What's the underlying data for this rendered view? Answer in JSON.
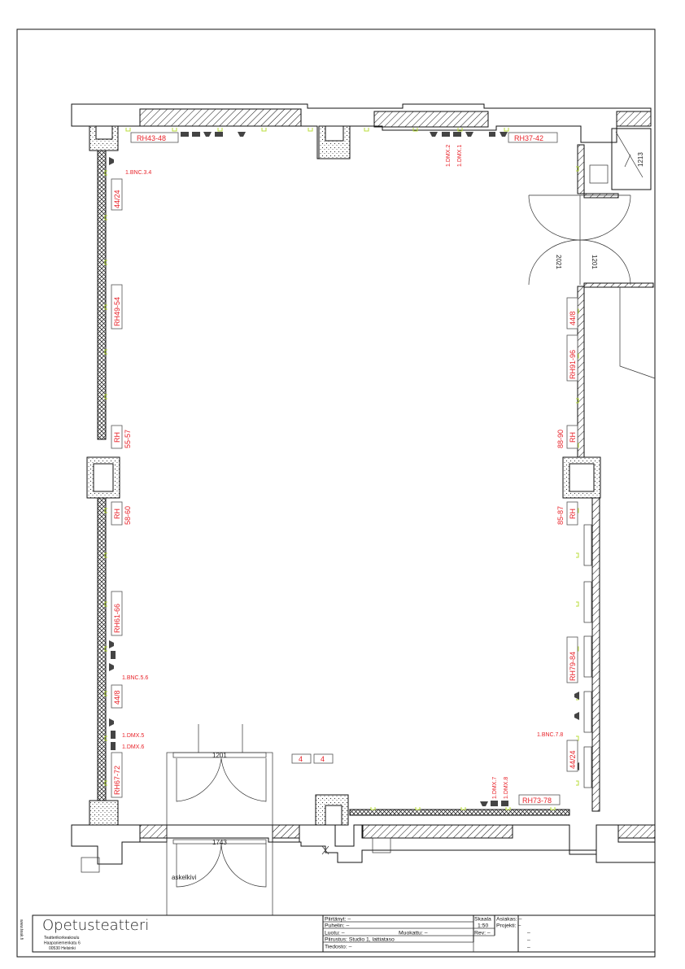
{
  "plan": {
    "top_labels": {
      "left": "RH43-48",
      "right": "RH37-42"
    },
    "top_dmx": [
      "1.DMX.2",
      "1.DMX.1"
    ],
    "left_wall": {
      "bnc_top": "1.BNC.3.4",
      "tie_top": "44/24",
      "rh_49": "RH49-54",
      "rh_55_a": "RH",
      "rh_55_b": "55-57",
      "rh_58_a": "RH",
      "rh_58_b": "58-60",
      "rh_61": "RH61-66",
      "bnc_mid": "1.BNC.5.6",
      "tie_mid": "44/8",
      "dmx5": "1.DMX.5",
      "dmx6": "1.DMX.6",
      "rh_67": "RH67-72"
    },
    "right_wall": {
      "dim_1213": "1213",
      "door_dim_a": "2021",
      "door_dim_b": "1201",
      "tie_top": "44/8",
      "rh_91": "RH91-96",
      "rh_88_a": "RH",
      "rh_88_b": "88-90",
      "rh_85_a": "RH",
      "rh_85_b": "85-87",
      "rh_79": "RH79-84",
      "bnc": "1.BNC.7.8",
      "tie_bottom": "44/24"
    },
    "bottom": {
      "door_dim_top": "1201",
      "door_dim_bottom": "1743",
      "step_label": "askelkivi",
      "box1": "4",
      "box2": "4",
      "dmx7": "1.DMX.7",
      "dmx8": "1.DMX.8",
      "rh_73": "RH73-78"
    }
  },
  "title_block": {
    "side_url": "www.teak.fi",
    "company": "Opetusteatteri",
    "org": "Teatterikorkeakoulu",
    "street": "Haapaniemenkatu 6",
    "city": "00530 Helsinki",
    "drawn_by": "Piirtänyt:  –",
    "phone": "Puhelin:  –",
    "created": "Luotu:      –",
    "modified": "Muokattu: –",
    "drawing": "Piirustus: Studio 1, lattiataso",
    "file": "Tiedosto: –",
    "scale_label": "Skaala",
    "scale_value": "1:50",
    "rev": "Rev: –",
    "client": "Asiakas:   –",
    "project": "Projekti:  –",
    "dash1": "–",
    "dash2": "–",
    "dash3": "–"
  }
}
